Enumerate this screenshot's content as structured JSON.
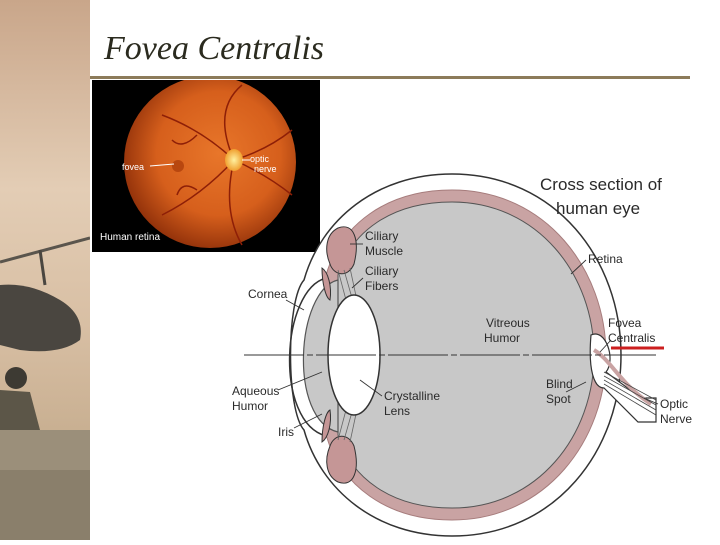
{
  "slide": {
    "title": "Fovea Centralis"
  },
  "retina_photo": {
    "fovea_label": "fovea",
    "optic_nerve_label_line1": "optic",
    "optic_nerve_label_line2": "nerve",
    "caption": "Human retina"
  },
  "eye_diagram": {
    "heading_line1": "Cross section of",
    "heading_line2": "human eye",
    "labels": {
      "ciliary_muscle_1": "Ciliary",
      "ciliary_muscle_2": "Muscle",
      "ciliary_fibers_1": "Ciliary",
      "ciliary_fibers_2": "Fibers",
      "cornea": "Cornea",
      "retina": "Retina",
      "vitreous_1": "Vitreous",
      "vitreous_2": "Humor",
      "fovea_1": "Fovea",
      "fovea_2": "Centralis",
      "aqueous_1": "Aqueous",
      "aqueous_2": "Humor",
      "lens_1": "Crystalline",
      "lens_2": "Lens",
      "blind_spot_1": "Blind",
      "blind_spot_2": "Spot",
      "optic_nerve_1": "Optic",
      "optic_nerve_2": "Nerve",
      "iris": "Iris"
    },
    "colors": {
      "fovea_underline": "#cc1f1f",
      "retina_layer": "#c9a3a3",
      "humor_fill": "#c8c8c8"
    }
  }
}
